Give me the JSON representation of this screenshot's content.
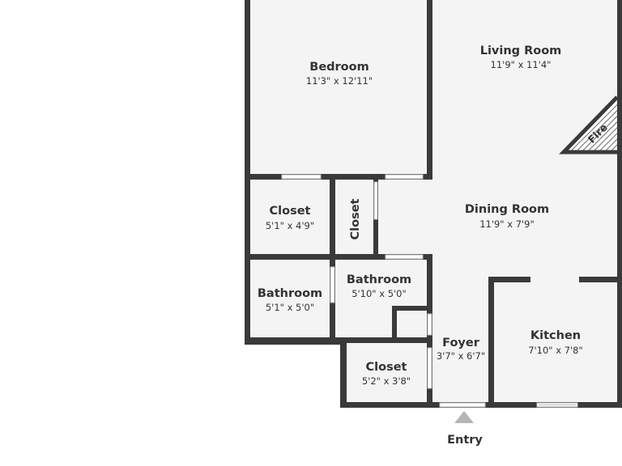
{
  "rooms": {
    "bedroom": {
      "name": "Bedroom",
      "dims": "11'3\" x 12'11\""
    },
    "living_room": {
      "name": "Living Room",
      "dims": "11'9\" x 11'4\""
    },
    "fireplace": {
      "name": "Fire"
    },
    "closet_left": {
      "name": "Closet",
      "dims": "5'1\" x 4'9\""
    },
    "closet_narrow": {
      "name": "Closet"
    },
    "dining_room": {
      "name": "Dining Room",
      "dims": "11'9\" x 7'9\""
    },
    "bathroom_left": {
      "name": "Bathroom",
      "dims": "5'1\" x 5'0\""
    },
    "bathroom_center": {
      "name": "Bathroom",
      "dims": "5'10\" x 5'0\""
    },
    "kitchen": {
      "name": "Kitchen",
      "dims": "7'10\" x 7'8\""
    },
    "foyer": {
      "name": "Foyer",
      "dims": "3'7\" x 6'7\""
    },
    "closet_bottom": {
      "name": "Closet",
      "dims": "5'2\" x 3'8\""
    }
  },
  "entry": {
    "label": "Entry"
  },
  "colors": {
    "wall": "#3a3a3a",
    "floor": "#f4f4f4",
    "text": "#333333",
    "entry_marker": "#b5b5b5"
  }
}
